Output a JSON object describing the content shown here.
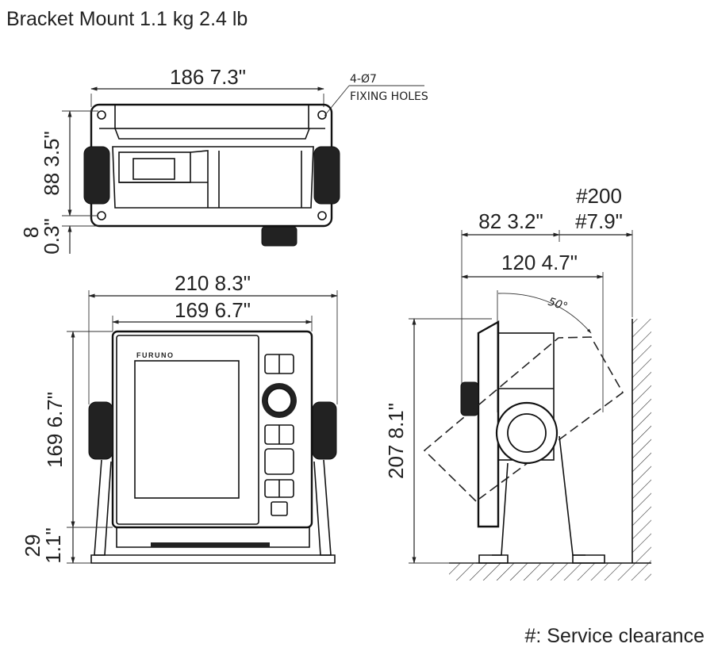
{
  "title": "Bracket Mount  1.1 kg  2.4 lb",
  "top_view": {
    "width_label": "186  7.3\"",
    "holes_label_top": "4-Ø7",
    "holes_label_bottom": "FIXING HOLES",
    "height_label": "88  3.5\"",
    "offset_label_a": "8",
    "offset_label_b": "0.3\""
  },
  "front_view": {
    "outer_width_label": "210  8.3\"",
    "inner_width_label": "169  6.7\"",
    "height_label": "169  6.7\"",
    "base_label_a": "29",
    "base_label_b": "1.1\"",
    "brand": "FURUNO"
  },
  "side_view": {
    "service_top_label": "#200",
    "service_bottom_label": "#7.9\"",
    "depth_label": "82  3.2\"",
    "full_depth_label": "120  4.7\"",
    "angle_label": "50°",
    "height_label": "207  8.1\""
  },
  "footnote": "#: Service clearance"
}
